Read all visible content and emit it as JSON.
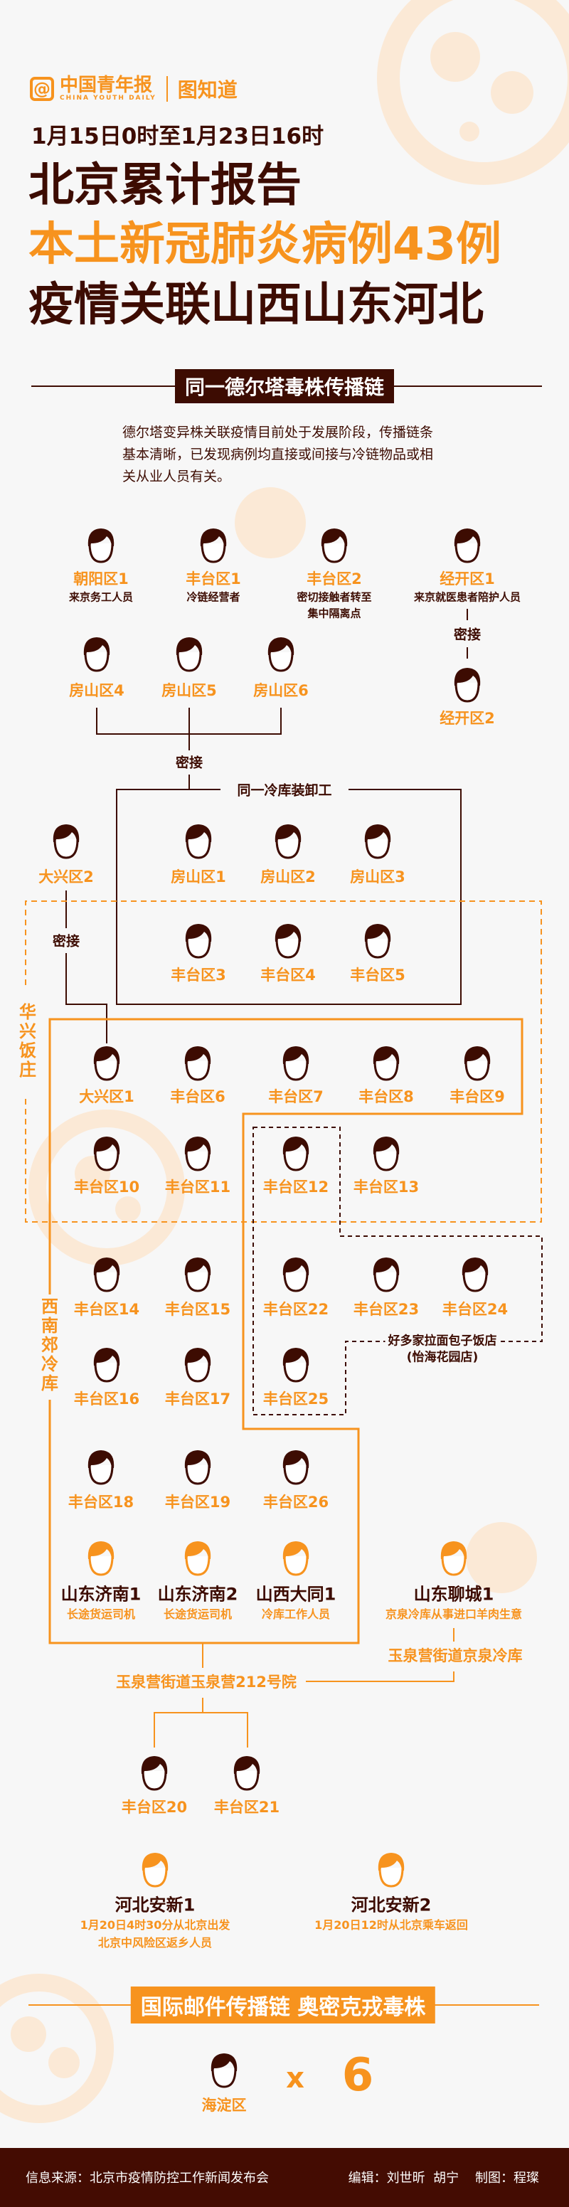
{
  "brand": {
    "logo_icon": "@",
    "name": "中国青年报",
    "name_en": "CHINA YOUTH DAILY",
    "column": "图知道"
  },
  "header": {
    "date_range": "1月15日0时至1月23日16时",
    "title_line1": "北京累计报告",
    "title_line2": "本土新冠肺炎病例43例",
    "title_line3": "疫情关联山西山东河北"
  },
  "section1": {
    "title": "同一德尔塔毒株传播链",
    "intro": "德尔塔变异株关联疫情目前处于发展阶段，传播链条基本清晰，已发现病例均直接或间接与冷链物品或相关从业人员有关。"
  },
  "labels": {
    "close_contact": "密接",
    "same_cold_storage": "同一冷库装卸工",
    "huaxing_restaurant": "华兴饭庄",
    "southwest_cold_storage": "西南郊冷库",
    "restaurant_line1": "好多家拉面包子饭店",
    "restaurant_line2": "(怡海花园店)",
    "yuquanying_212": "玉泉营街道玉泉营212号院",
    "jingquan_cold_storage": "玉泉营街道京泉冷库"
  },
  "colors": {
    "orange": "#f7931e",
    "dark_brown": "#3d0c02",
    "background": "#f7f7f7",
    "footer": "#440c02"
  },
  "icons": {
    "person": "person-icon"
  },
  "cases": [
    {
      "name": "朝阳区1",
      "roles": [
        "来京务工人员"
      ]
    },
    {
      "name": "丰台区1",
      "roles": [
        "冷链经营者"
      ]
    },
    {
      "name": "丰台区2",
      "roles": [
        "密切接触者转至",
        "集中隔离点"
      ]
    },
    {
      "name": "经开区1",
      "roles": [
        "来京就医患者陪护人员"
      ]
    },
    {
      "name": "经开区2"
    },
    {
      "name": "房山区4"
    },
    {
      "name": "房山区5"
    },
    {
      "name": "房山区6"
    },
    {
      "name": "房山区1"
    },
    {
      "name": "房山区2"
    },
    {
      "name": "房山区3"
    },
    {
      "name": "丰台区3"
    },
    {
      "name": "丰台区4"
    },
    {
      "name": "丰台区5"
    },
    {
      "name": "大兴区2"
    },
    {
      "name": "大兴区1"
    },
    {
      "name": "丰台区6"
    },
    {
      "name": "丰台区7"
    },
    {
      "name": "丰台区8"
    },
    {
      "name": "丰台区9"
    },
    {
      "name": "丰台区10"
    },
    {
      "name": "丰台区11"
    },
    {
      "name": "丰台区12"
    },
    {
      "name": "丰台区13"
    },
    {
      "name": "丰台区14"
    },
    {
      "name": "丰台区15"
    },
    {
      "name": "丰台区22"
    },
    {
      "name": "丰台区23"
    },
    {
      "name": "丰台区24"
    },
    {
      "name": "丰台区16"
    },
    {
      "name": "丰台区17"
    },
    {
      "name": "丰台区25"
    },
    {
      "name": "丰台区18"
    },
    {
      "name": "丰台区19"
    },
    {
      "name": "丰台区26"
    },
    {
      "name": "山东济南1",
      "roles": [
        "长途货运司机"
      ],
      "origin": "out-of-town"
    },
    {
      "name": "山东济南2",
      "roles": [
        "长途货运司机"
      ],
      "origin": "out-of-town"
    },
    {
      "name": "山西大同1",
      "roles": [
        "冷库工作人员"
      ],
      "origin": "out-of-town"
    },
    {
      "name": "山东聊城1",
      "roles": [
        "京泉冷库从事进口羊肉生意"
      ],
      "origin": "out-of-town"
    },
    {
      "name": "丰台区20"
    },
    {
      "name": "丰台区21"
    },
    {
      "name": "河北安新1",
      "roles": [
        "1月20日4时30分从北京出发",
        "北京中风险区返乡人员"
      ],
      "origin": "out-of-town"
    },
    {
      "name": "河北安新2",
      "roles": [
        "1月20日12时从北京乘车返回"
      ],
      "origin": "out-of-town"
    },
    {
      "name": "海淀区"
    }
  ],
  "section2": {
    "title": "国际邮件传播链 奥密克戎毒株",
    "multiply_sign": "x",
    "count": "6"
  },
  "footer": {
    "source": "信息来源：北京市疫情防控工作新闻发布会",
    "credits": "编辑：刘世昕  胡宁    制图：程璨"
  }
}
